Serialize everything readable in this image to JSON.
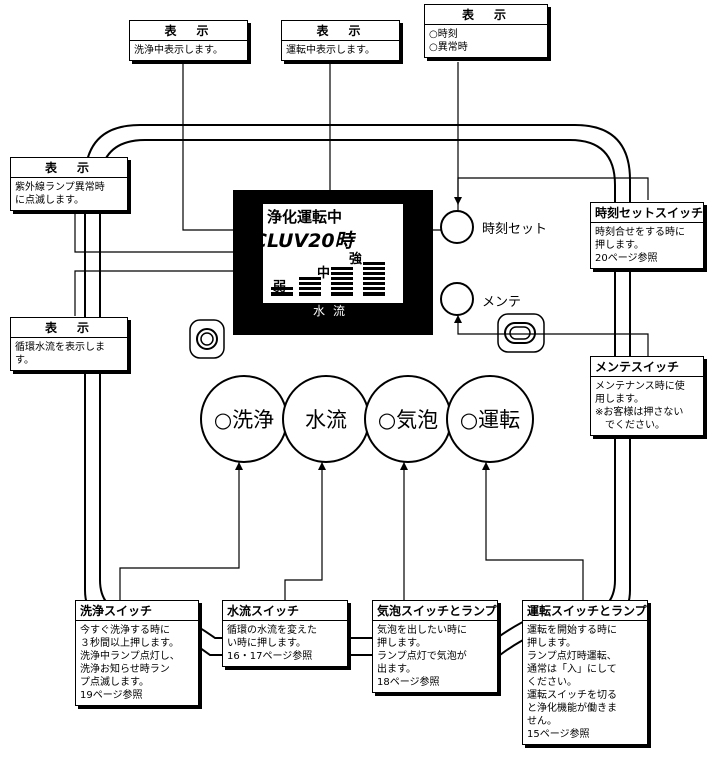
{
  "callouts": {
    "display_wash": {
      "header": "表　示",
      "body": "洗浄中表示します。"
    },
    "display_run": {
      "header": "表　示",
      "body": "運転中表示します。"
    },
    "display_time": {
      "header": "表　示",
      "body": "○時刻\n○異常時"
    },
    "display_uv": {
      "header": "表　示",
      "body": "紫外線ランプ異常時\nに点滅します。"
    },
    "display_flow": {
      "header": "表　示",
      "body": "循環水流を表示しま\nす。"
    },
    "time_set_switch": {
      "header": "時刻セットスイッチ",
      "body": "時刻合せをする時に\n押します。\n20ページ参照"
    },
    "maint_switch": {
      "header": "メンテスイッチ",
      "body": "メンテナンス時に使\n用します。\n※お客様は押さない\n　でください。"
    },
    "wash_switch": {
      "header": "洗浄スイッチ",
      "body": "今すぐ洗浄する時に\n３秒間以上押します。\n洗浄中ランプ点灯し、\n洗浄お知らせ時ラン\nプ点滅します。\n19ページ参照"
    },
    "flow_switch": {
      "header": "水流スイッチ",
      "body": "循環の水流を変えた\nい時に押します。\n16・17ページ参照"
    },
    "bubble_switch": {
      "header": "気泡スイッチとランプ",
      "body": "気泡を出したい時に\n押します。\nランプ点灯で気泡が\n出ます。\n18ページ参照"
    },
    "run_switch": {
      "header": "運転スイッチとランプ",
      "body": "運転を開始する時に\n押します。\nランプ点灯時運転、\n通常は「入」にして\nください。\n運転スイッチを切る\nと浄化機能が働きま\nせん。\n15ページ参照"
    }
  },
  "lcd": {
    "line1": "浄化運転中",
    "line2": "CLUV20時",
    "level_strong": "強",
    "level_mid": "中",
    "level_weak": "弱",
    "bar": "水流"
  },
  "panel": {
    "time_set_label": "時刻セット",
    "maint_label": "メンテ",
    "btn_wash": "○洗浄",
    "btn_flow": "水流",
    "btn_bubble": "○気泡",
    "btn_run": "○運転"
  }
}
